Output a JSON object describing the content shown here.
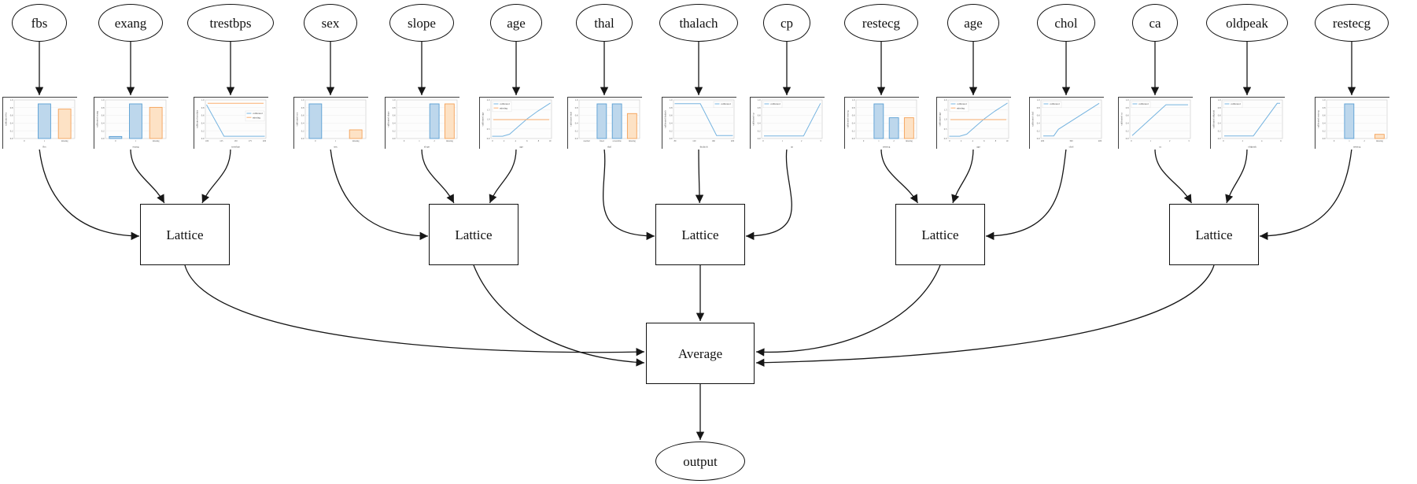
{
  "diagram": {
    "node_labels": {
      "lattice": "Lattice",
      "average": "Average",
      "output": "output"
    },
    "legend_labels": {
      "calibrated": "calibrated",
      "missing": "missing"
    },
    "colors": {
      "bar_blue_fill": "#bdd7ec",
      "bar_blue_stroke": "#5a9fd4",
      "bar_orange_fill": "#fde2c5",
      "bar_orange_stroke": "#f4a259",
      "line_blue": "#76b4e0",
      "line_orange": "#fbaf71",
      "edge": "#161616"
    },
    "features": [
      {
        "name": "fbs",
        "chart": {
          "type": "bar",
          "categories": [
            "0",
            "1",
            "missing"
          ],
          "values": [
            0,
            1.0,
            0.85
          ],
          "bar_colors": [
            "blue",
            "blue",
            "orange"
          ],
          "yticks": [
            "1.0",
            "0.8",
            "0.6",
            "0.4",
            "0.2",
            "0.0"
          ],
          "ylabel": "calibrated fbs",
          "xlabel": "fbs"
        }
      },
      {
        "name": "exang",
        "chart": {
          "type": "bar",
          "categories": [
            "0",
            "1",
            "missing"
          ],
          "values": [
            0.06,
            1.0,
            0.9
          ],
          "bar_colors": [
            "blue",
            "blue",
            "orange"
          ],
          "yticks": [
            "1.0",
            "0.8",
            "0.6",
            "0.4",
            "0.2",
            "0.0"
          ],
          "ylabel": "calibrated exang",
          "xlabel": "exang"
        }
      },
      {
        "name": "trestbps",
        "chart": {
          "type": "line",
          "legend_pos": "midright",
          "series": [
            {
              "name": "calibrated",
              "color": "blue",
              "points": [
                [
                  0,
                  0.93
                ],
                [
                  0.3,
                  0.02
                ],
                [
                  1,
                  0.02
                ]
              ]
            },
            {
              "name": "missing",
              "color": "orange",
              "points": [
                [
                  0.02,
                  0.97
                ],
                [
                  0.98,
                  0.97
                ]
              ]
            }
          ],
          "xticks": [
            "100",
            "125",
            "150",
            "175",
            "200"
          ],
          "yticks": [
            "1.0",
            "0.8",
            "0.6",
            "0.4",
            "0.2",
            "0.0"
          ],
          "ylabel": "calibrated trestbps",
          "xlabel": "trestbps"
        }
      },
      {
        "name": "sex",
        "chart": {
          "type": "bar",
          "categories": [
            "0",
            "1",
            "missing"
          ],
          "values": [
            1.0,
            0,
            0.25
          ],
          "bar_colors": [
            "blue",
            "blue",
            "orange"
          ],
          "yticks": [
            "1.0",
            "0.8",
            "0.6",
            "0.4",
            "0.2",
            "0.0"
          ],
          "ylabel": "calibrated sex",
          "xlabel": "sex"
        }
      },
      {
        "name": "slope",
        "chart": {
          "type": "bar",
          "categories": [
            "0",
            "1",
            "2",
            "missing"
          ],
          "values": [
            0,
            0,
            1.0,
            1.0
          ],
          "bar_colors": [
            "blue",
            "blue",
            "blue",
            "orange"
          ],
          "yticks": [
            "1.0",
            "0.8",
            "0.6",
            "0.4",
            "0.2",
            "0.0"
          ],
          "ylabel": "calibrated slope",
          "xlabel": "slope"
        }
      },
      {
        "name": "age",
        "chart": {
          "type": "line",
          "legend_pos": "topleft",
          "series": [
            {
              "name": "calibrated",
              "color": "blue",
              "points": [
                [
                  0,
                  0.02
                ],
                [
                  0.18,
                  0.02
                ],
                [
                  0.3,
                  0.08
                ],
                [
                  0.45,
                  0.3
                ],
                [
                  0.6,
                  0.52
                ],
                [
                  0.78,
                  0.74
                ],
                [
                  1,
                  0.98
                ]
              ]
            },
            {
              "name": "missing",
              "color": "orange",
              "points": [
                [
                  0.02,
                  0.5
                ],
                [
                  0.98,
                  0.5
                ]
              ]
            }
          ],
          "xticks": [
            "0",
            "2",
            "4",
            "6",
            "8",
            "10"
          ],
          "yticks": [
            "2.0",
            "1.5",
            "1.0",
            "0.5",
            "0.0"
          ],
          "ylabel": "calibrated age",
          "xlabel": "age"
        }
      },
      {
        "name": "thal",
        "chart": {
          "type": "bar",
          "categories": [
            "normal",
            "fixed",
            "reversible",
            "missing"
          ],
          "values": [
            0,
            1.0,
            1.0,
            0.72
          ],
          "bar_colors": [
            "blue",
            "blue",
            "blue",
            "orange"
          ],
          "yticks": [
            "1.0",
            "0.8",
            "0.6",
            "0.4",
            "0.2",
            "0.0"
          ],
          "ylabel": "calibrated thal",
          "xlabel": "thal"
        }
      },
      {
        "name": "thalach",
        "chart": {
          "type": "line",
          "legend_pos": "topright",
          "series": [
            {
              "name": "calibrated",
              "color": "blue",
              "points": [
                [
                  0,
                  0.96
                ],
                [
                  0.44,
                  0.96
                ],
                [
                  0.72,
                  0.04
                ],
                [
                  1,
                  0.04
                ]
              ]
            }
          ],
          "xticks": [
            "80",
            "120",
            "160",
            "200"
          ],
          "yticks": [
            "1.0",
            "0.8",
            "0.6",
            "0.4",
            "0.2",
            "0.0"
          ],
          "ylabel": "calibrated thalach",
          "xlabel": "thalach"
        }
      },
      {
        "name": "cp",
        "chart": {
          "type": "line",
          "legend_pos": "topleft",
          "series": [
            {
              "name": "calibrated",
              "color": "blue",
              "points": [
                [
                  0.02,
                  0.03
                ],
                [
                  0.7,
                  0.03
                ],
                [
                  0.99,
                  0.97
                ]
              ]
            }
          ],
          "xticks": [
            "0",
            "1",
            "2",
            "3"
          ],
          "yticks": [
            "1.0",
            "0.8",
            "0.6",
            "0.4",
            "0.2",
            "0.0"
          ],
          "ylabel": "calibrated cp",
          "xlabel": "cp"
        }
      },
      {
        "name": "restecg",
        "chart": {
          "type": "bar",
          "categories": [
            "0",
            "1",
            "2",
            "missing"
          ],
          "values": [
            0,
            1.0,
            0.6,
            0.6
          ],
          "bar_colors": [
            "blue",
            "blue",
            "blue",
            "orange"
          ],
          "yticks": [
            "1.0",
            "0.8",
            "0.6",
            "0.4",
            "0.2",
            "0.0"
          ],
          "ylabel": "calibrated restecg",
          "xlabel": "restecg"
        }
      },
      {
        "name": "age",
        "chart": {
          "type": "line",
          "legend_pos": "topleft",
          "series": [
            {
              "name": "calibrated",
              "color": "blue",
              "points": [
                [
                  0,
                  0.02
                ],
                [
                  0.18,
                  0.02
                ],
                [
                  0.3,
                  0.08
                ],
                [
                  0.45,
                  0.3
                ],
                [
                  0.6,
                  0.52
                ],
                [
                  0.78,
                  0.74
                ],
                [
                  1,
                  0.98
                ]
              ]
            },
            {
              "name": "missing",
              "color": "orange",
              "points": [
                [
                  0.02,
                  0.5
                ],
                [
                  0.98,
                  0.5
                ]
              ]
            }
          ],
          "xticks": [
            "0",
            "2",
            "4",
            "6",
            "8",
            "10"
          ],
          "yticks": [
            "2.0",
            "1.5",
            "1.0",
            "0.5",
            "0.0"
          ],
          "ylabel": "calibrated age",
          "xlabel": "age"
        }
      },
      {
        "name": "chol",
        "chart": {
          "type": "line",
          "legend_pos": "topleft",
          "series": [
            {
              "name": "calibrated",
              "color": "blue",
              "points": [
                [
                  0.02,
                  0.03
                ],
                [
                  0.2,
                  0.03
                ],
                [
                  0.28,
                  0.22
                ],
                [
                  0.98,
                  0.97
                ]
              ]
            }
          ],
          "xticks": [
            "200",
            "300",
            "400"
          ],
          "yticks": [
            "1.0",
            "0.8",
            "0.6",
            "0.4",
            "0.2",
            "0.0"
          ],
          "ylabel": "calibrated chol",
          "xlabel": "chol"
        }
      },
      {
        "name": "ca",
        "chart": {
          "type": "line",
          "legend_pos": "topleft",
          "series": [
            {
              "name": "calibrated",
              "color": "blue",
              "points": [
                [
                  0.02,
                  0.04
                ],
                [
                  0.6,
                  0.93
                ],
                [
                  0.98,
                  0.93
                ]
              ]
            }
          ],
          "xticks": [
            "0",
            "1",
            "2",
            "3"
          ],
          "yticks": [
            "1.0",
            "0.8",
            "0.6",
            "0.4",
            "0.2",
            "0.0"
          ],
          "ylabel": "calibrated ca",
          "xlabel": "ca"
        }
      },
      {
        "name": "oldpeak",
        "chart": {
          "type": "line",
          "legend_pos": "topleft",
          "series": [
            {
              "name": "calibrated",
              "color": "blue",
              "points": [
                [
                  0.02,
                  0.03
                ],
                [
                  0.52,
                  0.03
                ],
                [
                  0.93,
                  0.97
                ],
                [
                  0.98,
                  0.97
                ]
              ]
            }
          ],
          "xticks": [
            "0",
            "2",
            "4",
            "6"
          ],
          "yticks": [
            "1.0",
            "0.8",
            "0.6",
            "0.4",
            "0.2",
            "0.0"
          ],
          "ylabel": "calibrated oldpeak",
          "xlabel": "oldpeak"
        }
      },
      {
        "name": "restecg",
        "chart": {
          "type": "bar",
          "categories": [
            "0",
            "1",
            "2",
            "missing"
          ],
          "values": [
            0,
            1.0,
            0,
            0.12
          ],
          "bar_colors": [
            "blue",
            "blue",
            "blue",
            "orange"
          ],
          "yticks": [
            "1.0",
            "0.8",
            "0.6",
            "0.4",
            "0.2",
            "0.0"
          ],
          "ylabel": "calibrated restecg",
          "xlabel": "restecg"
        }
      }
    ],
    "lattices": [
      {
        "inputs": [
          0,
          1,
          2
        ]
      },
      {
        "inputs": [
          3,
          4,
          5
        ]
      },
      {
        "inputs": [
          6,
          7,
          8
        ]
      },
      {
        "inputs": [
          9,
          10,
          11
        ]
      },
      {
        "inputs": [
          12,
          13,
          14
        ]
      }
    ]
  }
}
